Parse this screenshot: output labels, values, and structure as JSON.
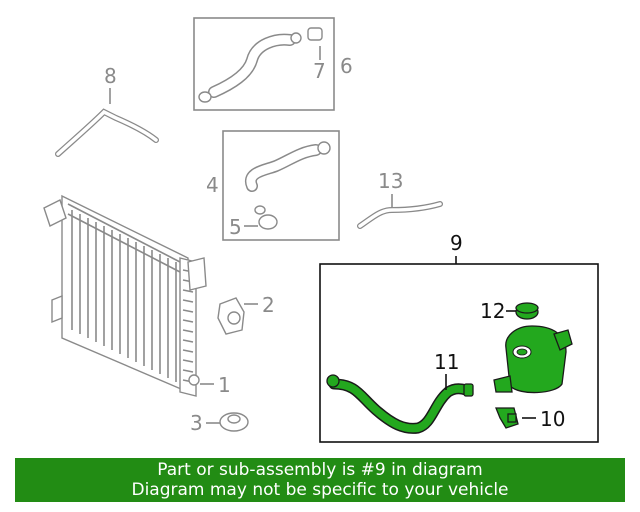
{
  "callouts": {
    "c1": "1",
    "c2": "2",
    "c3": "3",
    "c4": "4",
    "c5": "5",
    "c6": "6",
    "c7": "7",
    "c8": "8",
    "c9": "9",
    "c10": "10",
    "c11": "11",
    "c12": "12",
    "c13": "13"
  },
  "banner": {
    "line1": "Part or sub-assembly is #9 in diagram",
    "line2": "Diagram may not be specific to your vehicle"
  },
  "colors": {
    "highlight_green": "#23a81e",
    "banner_green": "#228c14",
    "line_grey": "#8a8a8a"
  }
}
